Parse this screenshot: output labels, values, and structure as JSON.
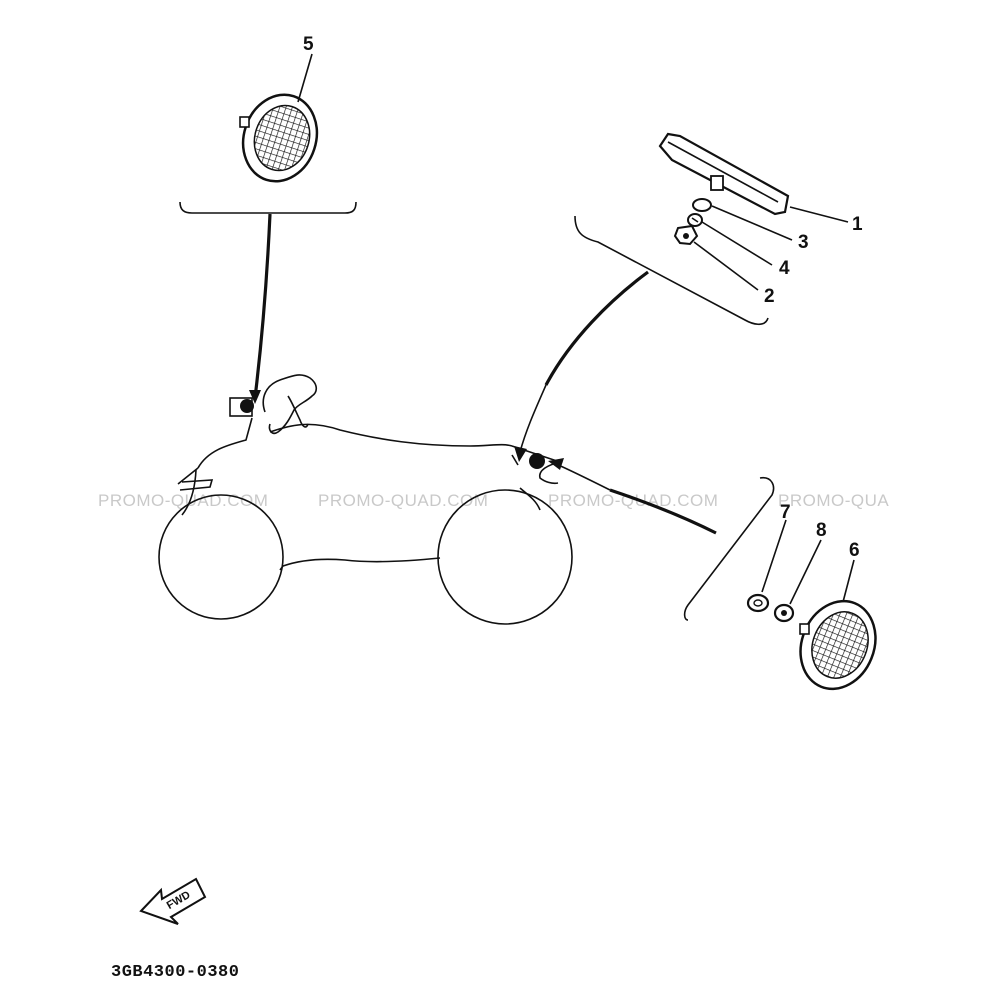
{
  "watermark": {
    "text": "PROMO-QUAD.COM",
    "text_cut": "PROMO-QUA"
  },
  "callouts": {
    "c1": "1",
    "c2": "2",
    "c3": "3",
    "c4": "4",
    "c5": "5",
    "c6": "6",
    "c7": "7",
    "c8": "8"
  },
  "fwd_label": "FWD",
  "diagram_code": "3GB4300-0380"
}
